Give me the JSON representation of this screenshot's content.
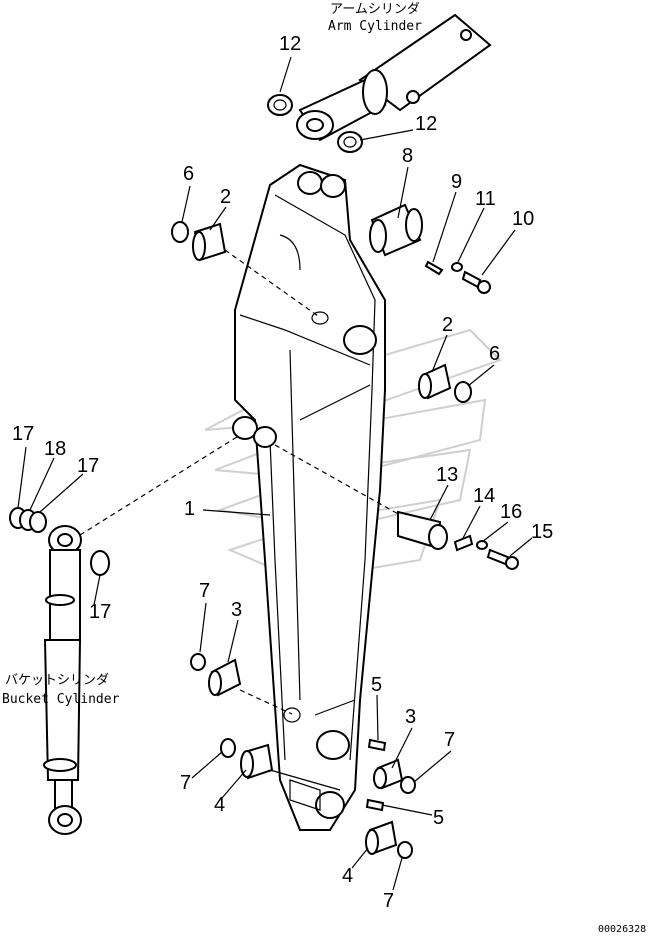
{
  "captions": {
    "arm_cylinder_jp": "アームシリンダ",
    "arm_cylinder_en": "Arm Cylinder",
    "bucket_cylinder_jp": "バケットシリンダ",
    "bucket_cylinder_en": "Bucket Cylinder"
  },
  "drawing_code": "00026328",
  "callouts": [
    "12",
    "12",
    "8",
    "9",
    "11",
    "10",
    "6",
    "2",
    "2",
    "6",
    "17",
    "18",
    "17",
    "1",
    "13",
    "14",
    "16",
    "15",
    "17",
    "7",
    "3",
    "5",
    "3",
    "7",
    "7",
    "4",
    "5",
    "4",
    "7"
  ]
}
